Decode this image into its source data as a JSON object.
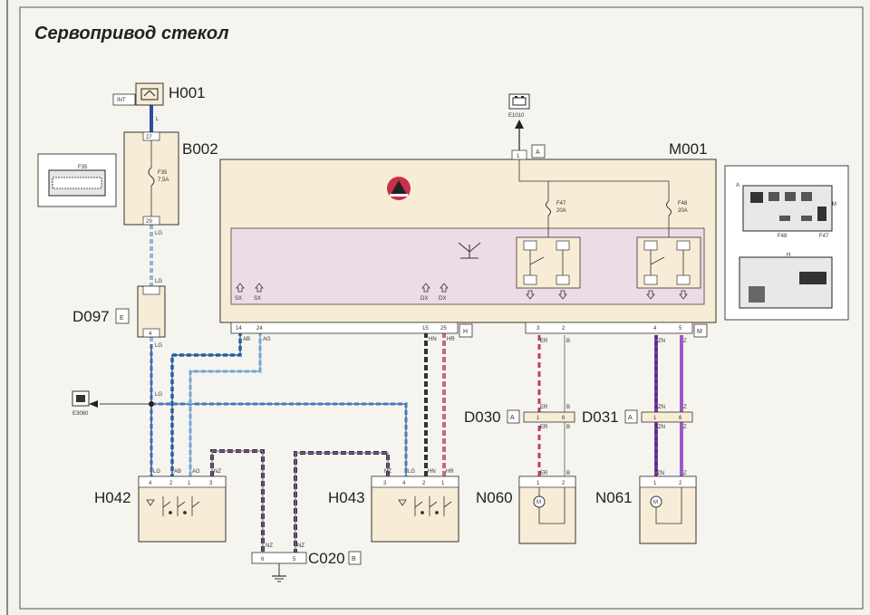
{
  "title": "Сервопривод стекол",
  "colors": {
    "page": "#f4f2ec",
    "box_fill": "#f7ecd6",
    "module_fill": "#f7ecd6",
    "inner_fill": "#ecdce6",
    "wire_L": "#2a4fa0",
    "wire_LG": "#8fb7d8",
    "wire_AB": "#4a8ac8",
    "wire_AG": "#7fb0d8",
    "wire_NZ": "#6a4a7a",
    "wire_HN": "#333333",
    "wire_HR": "#c06a8a",
    "wire_ER": "#c03a7a",
    "wire_ZN": "#7a3aa8",
    "wire_Z": "#9a5ac8"
  },
  "components": {
    "h001": {
      "label": "H001",
      "tag": "INT",
      "pin": "27"
    },
    "b002": {
      "label": "B002",
      "fuse_name": "F35",
      "fuse_value": "7,5A",
      "pin_top": "27",
      "pin_bottom": "29"
    },
    "d097": {
      "label": "D097",
      "tag": "E",
      "pin_top": "",
      "pin_bottom": "4"
    },
    "e3060": {
      "label": "E3060"
    },
    "e1010": {
      "label": "E1010"
    },
    "m001": {
      "label": "M001",
      "connector_a": "A",
      "connector_h": "H",
      "connector_m": "M",
      "pin_a": "1",
      "fuse1_name": "F47",
      "fuse1_value": "20A",
      "fuse2_name": "F48",
      "fuse2_value": "20A",
      "inputs": [
        "SX",
        "SX",
        "DX",
        "DX"
      ],
      "pins": [
        "14",
        "24",
        "15",
        "25",
        "3",
        "2",
        "4",
        "5"
      ]
    },
    "d030": {
      "label": "D030",
      "tag": "A",
      "pins": [
        "1",
        "6"
      ]
    },
    "d031": {
      "label": "D031",
      "tag": "A",
      "pins": [
        "1",
        "6"
      ]
    },
    "h042": {
      "label": "H042",
      "pins": [
        "4",
        "2",
        "1",
        "3"
      ],
      "wires": [
        "LG",
        "AB",
        "AG",
        "NZ"
      ]
    },
    "h043": {
      "label": "H043",
      "pins": [
        "3",
        "4",
        "2",
        "1"
      ],
      "wires": [
        "NZ",
        "LG",
        "HN",
        "HR"
      ]
    },
    "n060": {
      "label": "N060",
      "pins": [
        "1",
        "2"
      ],
      "wires": [
        "ER",
        "B"
      ]
    },
    "n061": {
      "label": "N061",
      "pins": [
        "1",
        "2"
      ],
      "wires": [
        "ZN",
        "Z"
      ]
    },
    "c020": {
      "label": "C020",
      "tag": "B",
      "pins": [
        "6",
        "5"
      ],
      "wires": [
        "NZ",
        "NZ"
      ]
    }
  },
  "wire_labels": {
    "l": "L",
    "lg": "LG",
    "ab": "AB",
    "ag": "AG",
    "hn": "HN",
    "hr": "HR",
    "er": "ER",
    "b": "B",
    "zn": "ZN",
    "z": "Z",
    "nz": "NZ"
  },
  "inset_right": {
    "labels": [
      "A",
      "M",
      "F48",
      "F47",
      "H"
    ]
  },
  "inset_left": {
    "labels": [
      "F35"
    ]
  }
}
